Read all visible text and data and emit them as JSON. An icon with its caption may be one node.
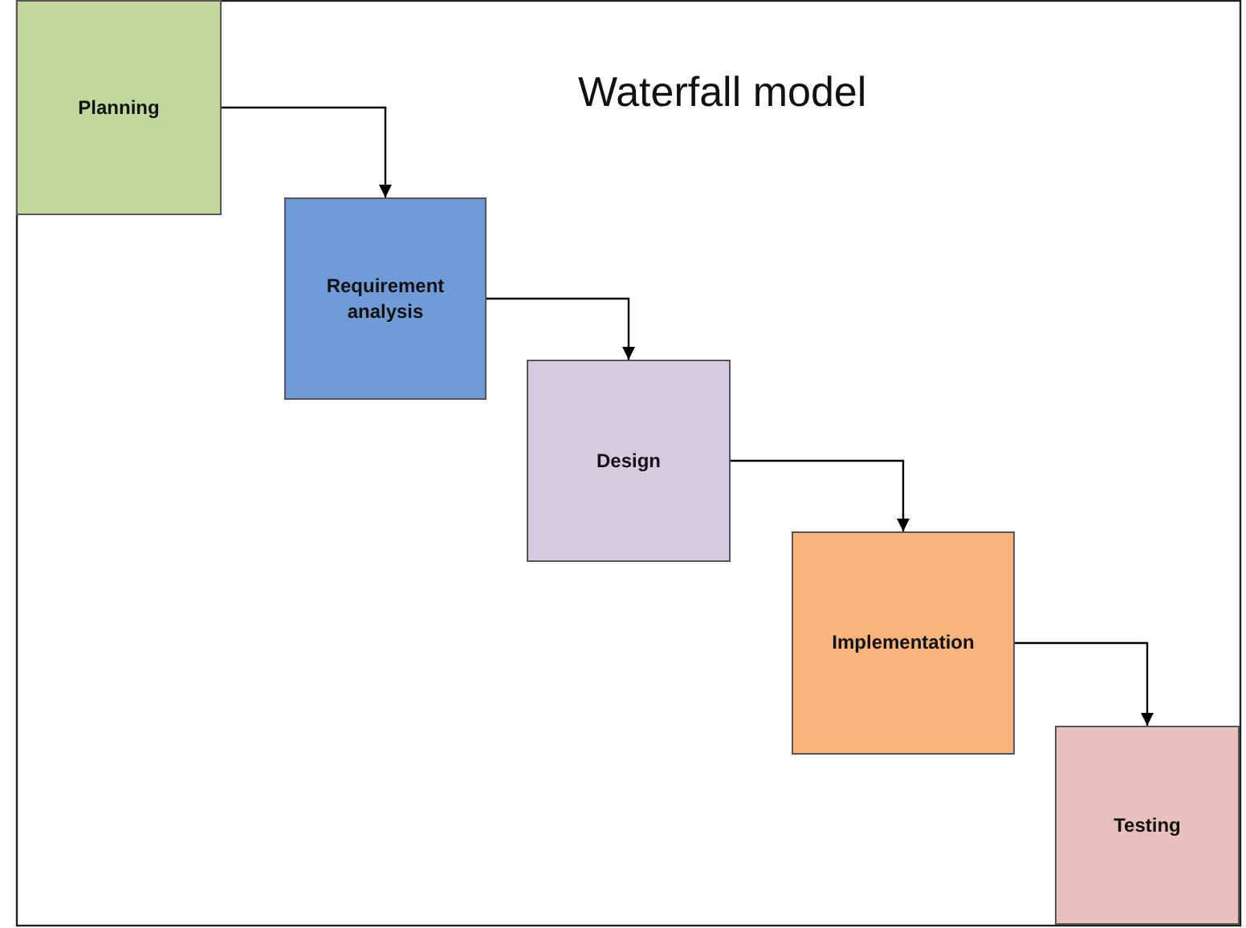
{
  "diagram": {
    "title": "Waterfall model",
    "nodes": [
      {
        "text": [
          "Planning"
        ]
      },
      {
        "text": [
          "Requirement analysis"
        ]
      },
      {
        "text": [
          "Design"
        ]
      },
      {
        "text": [
          "Implementation"
        ]
      },
      {
        "text": [
          "Testing"
        ]
      }
    ],
    "edges": [
      {
        "from": 0,
        "to": 1,
        "arrow": "to"
      },
      {
        "from": 1,
        "to": 2,
        "arrow": "to"
      },
      {
        "from": 2,
        "to": 3,
        "arrow": "to"
      },
      {
        "from": 3,
        "to": 4,
        "arrow": "to"
      }
    ]
  }
}
